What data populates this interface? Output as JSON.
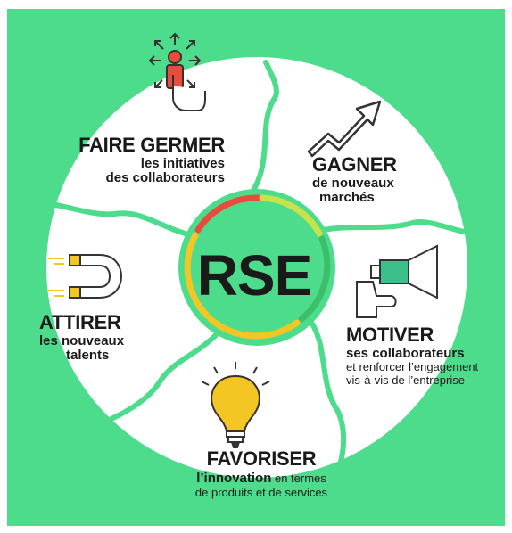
{
  "center": {
    "label": "RSE"
  },
  "colors": {
    "background": "#4ddc8c",
    "wheel": "#ffffff",
    "ring_red": "#e74c3c",
    "ring_yellow": "#f3c623",
    "ring_lime": "#c8e34a",
    "ring_green": "#3bbf6a",
    "icon_red": "#e74c3c",
    "icon_yellow": "#f3c623",
    "icon_teal": "#3dbf8c",
    "text": "#1a1a1a"
  },
  "segments": [
    {
      "id": "faire-germer",
      "title": "FAIRE GERMER",
      "line1": "les initiatives",
      "line2": "des collaborateurs",
      "icon": "people-arrows-icon"
    },
    {
      "id": "gagner",
      "title": "GAGNER",
      "line1": "de nouveaux",
      "line2": "marchés",
      "icon": "growth-arrow-icon"
    },
    {
      "id": "motiver",
      "title": "MOTIVER",
      "line1": "ses collaborateurs",
      "line2": "et renforcer l’engagement",
      "line3": "vis-à-vis de l’entreprise",
      "icon": "megaphone-icon"
    },
    {
      "id": "favoriser",
      "title": "FAVORISER",
      "line1_bold": "l’innovation",
      "line1_rest": " en termes",
      "line2": "de produits et de services",
      "icon": "lightbulb-icon"
    },
    {
      "id": "attirer",
      "title": "ATTIRER",
      "line1": "les nouveaux",
      "line2": "talents",
      "icon": "magnet-icon"
    }
  ]
}
